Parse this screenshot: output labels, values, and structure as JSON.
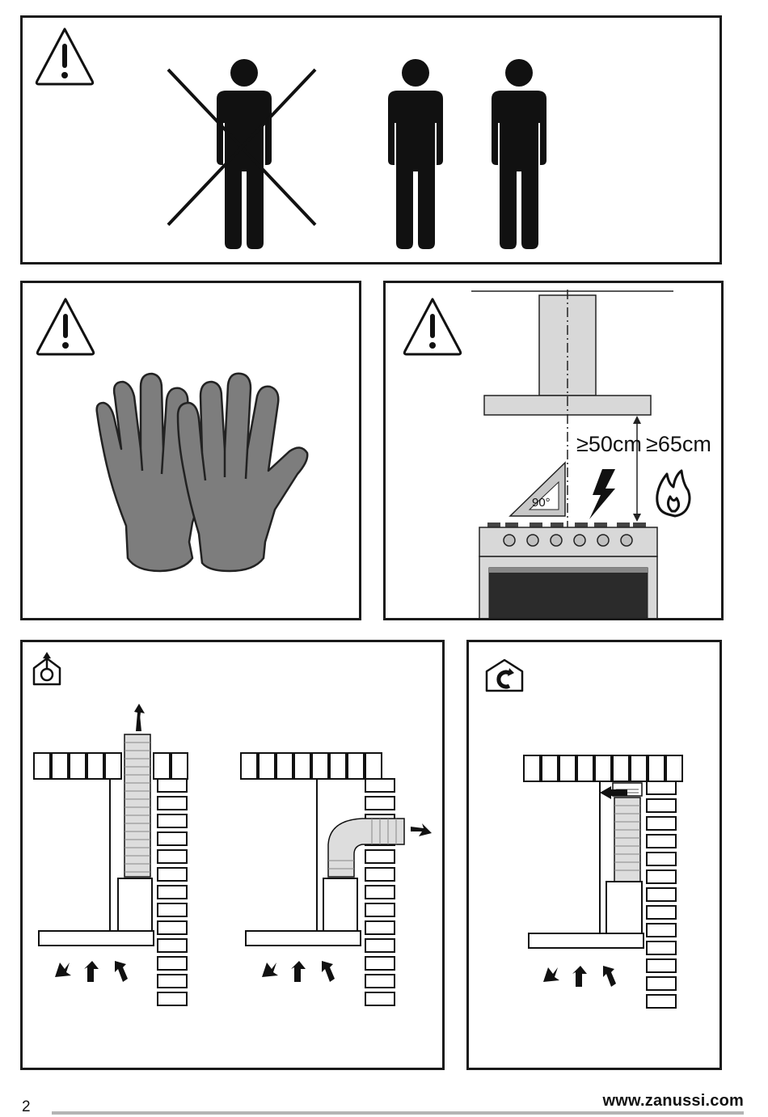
{
  "panels": {
    "lift_warning": {
      "warning_icon": "warning-triangle-icon",
      "figures": [
        "person-crossed-out-icon",
        "person-icon",
        "person-icon"
      ]
    },
    "gloves_warning": {
      "warning_icon": "warning-triangle-icon",
      "illustration": "gloves-icon"
    },
    "distance_warning": {
      "warning_icon": "warning-triangle-icon",
      "min_electric": "≥50cm",
      "min_gas": "≥65cm",
      "square_angle": "90°",
      "electric_icon": "lightning-icon",
      "gas_icon": "flame-icon"
    },
    "extraction_mode": {
      "mode_icon": "extraction-mode-icon"
    },
    "recirculation_mode": {
      "mode_icon": "recirculation-mode-icon"
    }
  },
  "footer": {
    "page_number": "2",
    "url": "www.zanussi.com"
  }
}
